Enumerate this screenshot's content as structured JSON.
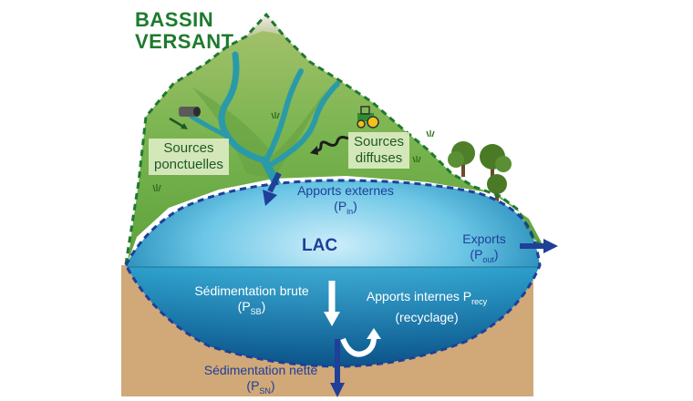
{
  "title": {
    "line1": "BASSIN",
    "line2": "VERSANT"
  },
  "sources_ponctuelles": {
    "line1": "Sources",
    "line2": "ponctuelles"
  },
  "sources_diffuses": {
    "line1": "Sources",
    "line2": "diffuses"
  },
  "apports_externes": {
    "label": "Apports externes",
    "sym": "P",
    "sub": "in"
  },
  "lac": "LAC",
  "exports": {
    "label": "Exports",
    "sym": "P",
    "sub": "out"
  },
  "sedimentation_brute": {
    "label": "Sédimentation brute",
    "sym": "P",
    "sub": "SB"
  },
  "apports_internes": {
    "label": "Apports internes P",
    "sub": "recy",
    "paren": "(recyclage)"
  },
  "sedimentation_nette": {
    "label": "Sédimentation nette",
    "sym": "P",
    "sub": "SN"
  },
  "colors": {
    "watershed_green": "#7fb85a",
    "outline_green": "#1e7a2e",
    "lake_blue": "#3fa8cf",
    "sediment_brown": "#d1a877",
    "arrow_blue": "#1f3f99",
    "river_teal": "#2a9aa8"
  }
}
